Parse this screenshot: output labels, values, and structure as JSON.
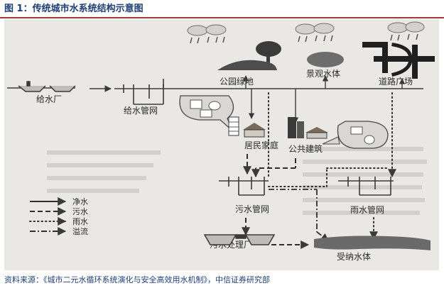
{
  "figure_title": "图 1：传统城市水系统结构示意图",
  "source": "资料来源：《城市二元水循环系统演化与安全高效用水机制》，中信证券研究部",
  "nodes": {
    "water_plant": "给水厂",
    "supply_network": "给水管网",
    "park_green": "公园绿地",
    "landscape_water": "景观水体",
    "road_square": "道路广场",
    "residential": "居民家庭",
    "public_building": "公共建筑",
    "sewer_network": "污水管网",
    "storm_network": "雨水管网",
    "treatment_plant": "污水处理厂",
    "receiving_water": "受纳水体"
  },
  "legend": [
    {
      "label": "净水",
      "style": "solid"
    },
    {
      "label": "污水",
      "style": "dashed"
    },
    {
      "label": "雨水",
      "style": "dotted"
    },
    {
      "label": "溢流",
      "style": "dash-dot"
    }
  ],
  "colors": {
    "title": "#1f3e73",
    "rule": "#a33a3a",
    "background": "#e9e8e4",
    "pipe": "#3a3a3a"
  }
}
